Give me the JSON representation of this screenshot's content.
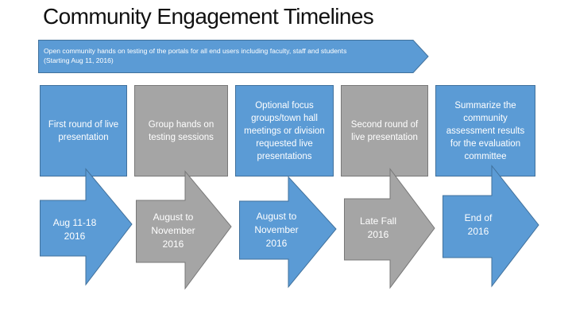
{
  "title": "Community Engagement Timelines",
  "banner": {
    "line1": "Open community hands on testing of the portals for all end users including faculty, staff and students",
    "line2": "(Starting Aug  11, 2016)"
  },
  "steps": [
    {
      "activity": "First round of live presentation",
      "when_line1": "Aug 11-18",
      "when_line2": "2016",
      "color": "#5b9bd5"
    },
    {
      "activity": "Group hands on testing sessions",
      "when_line1": "August to",
      "when_line2": "November",
      "when_line3": "2016",
      "color": "#a5a5a5"
    },
    {
      "activity": "Optional focus groups/town hall meetings or division requested live presentations",
      "when_line1": "August to",
      "when_line2": "November",
      "when_line3": "2016",
      "color": "#5b9bd5"
    },
    {
      "activity": "Second round of live presentation",
      "when_line1": "Late Fall",
      "when_line2": "2016",
      "color": "#a5a5a5"
    },
    {
      "activity": "Summarize the community assessment results for the evaluation committee",
      "when_line1": "End of",
      "when_line2": "2016",
      "color": "#5b9bd5"
    }
  ]
}
